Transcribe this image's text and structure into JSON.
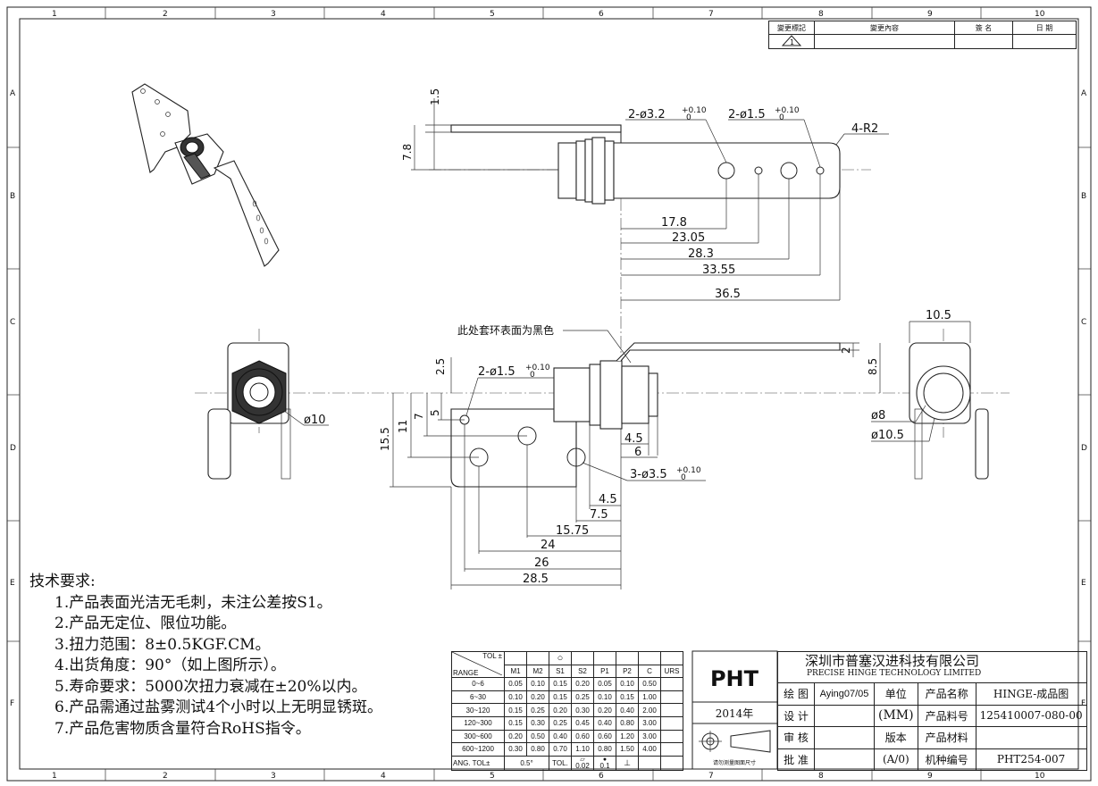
{
  "frame": {
    "columns": [
      "1",
      "2",
      "3",
      "4",
      "5",
      "6",
      "7",
      "8",
      "9",
      "10"
    ],
    "rows": [
      "A",
      "B",
      "C",
      "D",
      "E",
      "F"
    ]
  },
  "revision": {
    "headers": [
      "變更標記",
      "變更內容",
      "簽 名",
      "日 期"
    ],
    "mark": "1"
  },
  "dimensions": {
    "top_view": {
      "h_1_5": "1.5",
      "h_7_8": "7.8",
      "hole_a": "2-ø3.2",
      "hole_b": "2-ø1.5",
      "tol_plus": "+0.10",
      "tol_zero": "0",
      "radius": "4-R2",
      "d17_8": "17.8",
      "d23_05": "23.05",
      "d28_3": "28.3",
      "d33_55": "33.55",
      "d36_5": "36.5"
    },
    "front_view": {
      "annotation": "此处套环表面为黑色",
      "v2_5": "2.5",
      "v5": "5",
      "v7": "7",
      "v11": "11",
      "v15_5": "15.5",
      "hole_small": "2-ø1.5",
      "hole_big": "3-ø3.5",
      "tol_plus": "+0.10",
      "tol_zero": "0",
      "v2": "2",
      "v8_5": "8.5",
      "h4_5a": "4.5",
      "h6": "6",
      "h4_5b": "4.5",
      "h7_5": "7.5",
      "h15_75": "15.75",
      "h24": "24",
      "h26": "26",
      "h28_5": "28.5"
    },
    "left_view": {
      "dia": "ø10"
    },
    "right_view": {
      "w10_5": "10.5",
      "dia8": "ø8",
      "dia10_5": "ø10.5"
    }
  },
  "notes": {
    "title": "技术要求:",
    "items": [
      "1.产品表面光洁无毛刺，未注公差按S1。",
      "2.产品无定位、限位功能。",
      "3.扭力范围：8±0.5KGF.CM。",
      "4.出货角度：90°（如上图所示）。",
      "5.寿命要求：5000次扭力衰减在±20%以内。",
      "6.产品需通过盐雾测试4个小时以上无明显锈斑。",
      "7.产品危害物质含量符合RoHS指令。"
    ]
  },
  "tolerance_table": {
    "corner_top": "TOL ±",
    "corner_bottom": "RANGE",
    "symbol_row": [
      "",
      "",
      "O",
      "",
      "",
      "",
      "",
      ""
    ],
    "headers": [
      "M1",
      "M2",
      "S1",
      "S2",
      "P1",
      "P2",
      "C",
      "URS"
    ],
    "rows": [
      {
        "range": "0~6",
        "values": [
          "0.05",
          "0.10",
          "0.15",
          "0.20",
          "0.05",
          "0.10",
          "0.50",
          ""
        ]
      },
      {
        "range": "6~30",
        "values": [
          "0.10",
          "0.20",
          "0.15",
          "0.25",
          "0.10",
          "0.15",
          "1.00",
          ""
        ]
      },
      {
        "range": "30~120",
        "values": [
          "0.15",
          "0.25",
          "0.20",
          "0.30",
          "0.20",
          "0.40",
          "2.00",
          ""
        ]
      },
      {
        "range": "120~300",
        "values": [
          "0.15",
          "0.30",
          "0.25",
          "0.45",
          "0.40",
          "0.80",
          "3.00",
          ""
        ]
      },
      {
        "range": "300~600",
        "values": [
          "0.20",
          "0.50",
          "0.40",
          "0.60",
          "0.60",
          "1.20",
          "3.00",
          ""
        ]
      },
      {
        "range": "600~1200",
        "values": [
          "0.30",
          "0.80",
          "0.70",
          "1.10",
          "0.80",
          "1.50",
          "4.00",
          ""
        ]
      }
    ],
    "ang_label": "ANG.  TOL±",
    "ang_value": "0.5°",
    "tol_label": "TOL.",
    "flat_value": "0.02",
    "circ_value": "0.1"
  },
  "title_block": {
    "logo": "PHT",
    "year": "2014年",
    "projection_note": "请勿测量图面尺寸",
    "company_cn": "深圳市普塞汉进科技有限公司",
    "company_en": "PRECISE HINGE TECHNOLOGY LIMITED",
    "rows": [
      {
        "k1": "绘 图",
        "v1": "Aying07/05",
        "k2": "单位",
        "k3": "产品名称",
        "v3": "HINGE-成品图"
      },
      {
        "k1": "设 计",
        "v1": "",
        "k2": "(MM)",
        "k3": "产品料号",
        "v3": "125410007-080-00"
      },
      {
        "k1": "审 核",
        "v1": "",
        "k2": "版本",
        "k3": "产品材料",
        "v3": ""
      },
      {
        "k1": "批 准",
        "v1": "",
        "k2": "(A/0)",
        "k3": "机种编号",
        "v3": "PHT254-007"
      }
    ]
  }
}
